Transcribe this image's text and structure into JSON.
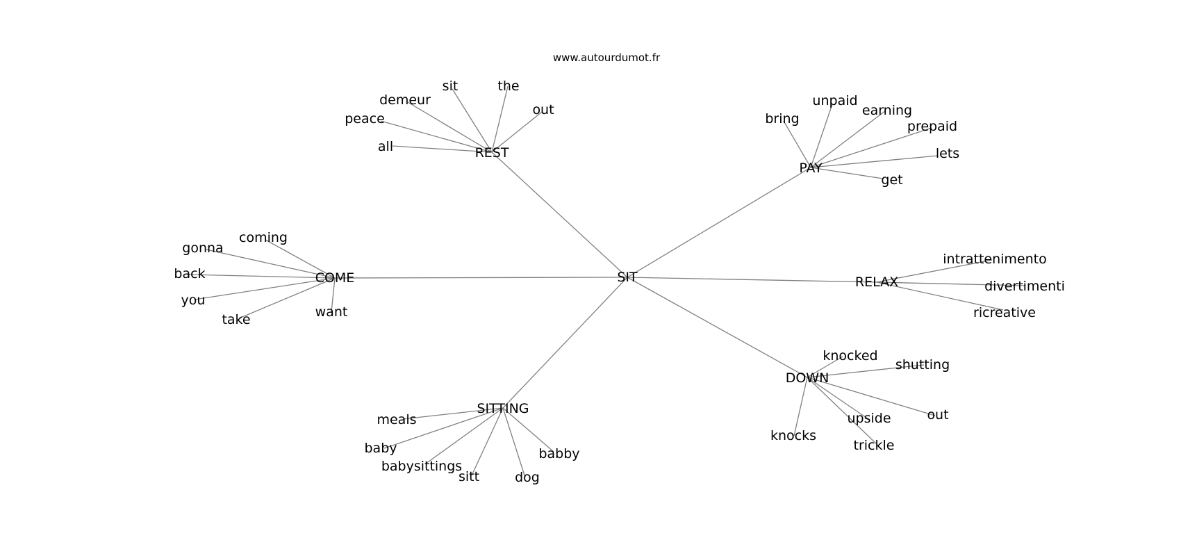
{
  "source": "www.autourdumot.fr",
  "colors": {
    "edge": "#808080",
    "text": "#000000",
    "background": "#ffffff"
  },
  "graph": {
    "center": "SIT",
    "nodes": [
      "SIT",
      "REST",
      "PAY",
      "COME",
      "RELAX",
      "SITTING",
      "DOWN",
      "all",
      "peace",
      "demeur",
      "sit",
      "the",
      "out",
      "bring",
      "unpaid",
      "earning",
      "prepaid",
      "lets",
      "get",
      "coming",
      "gonna",
      "back",
      "you",
      "take",
      "want",
      "intrattenimento",
      "divertimenti",
      "ricreative",
      "meals",
      "baby",
      "babysittings",
      "sitt",
      "dog",
      "babby",
      "knocked",
      "shutting",
      "out",
      "upside",
      "trickle",
      "knocks"
    ],
    "edges": [
      [
        0,
        1
      ],
      [
        0,
        2
      ],
      [
        0,
        3
      ],
      [
        0,
        4
      ],
      [
        0,
        5
      ],
      [
        0,
        6
      ],
      [
        1,
        7
      ],
      [
        1,
        8
      ],
      [
        1,
        9
      ],
      [
        1,
        10
      ],
      [
        1,
        11
      ],
      [
        1,
        12
      ],
      [
        2,
        13
      ],
      [
        2,
        14
      ],
      [
        2,
        15
      ],
      [
        2,
        16
      ],
      [
        2,
        17
      ],
      [
        2,
        18
      ],
      [
        3,
        19
      ],
      [
        3,
        20
      ],
      [
        3,
        21
      ],
      [
        3,
        22
      ],
      [
        3,
        23
      ],
      [
        3,
        24
      ],
      [
        4,
        25
      ],
      [
        4,
        26
      ],
      [
        4,
        27
      ],
      [
        5,
        28
      ],
      [
        5,
        29
      ],
      [
        5,
        30
      ],
      [
        5,
        31
      ],
      [
        5,
        32
      ],
      [
        5,
        33
      ],
      [
        6,
        34
      ],
      [
        6,
        35
      ],
      [
        6,
        36
      ],
      [
        6,
        37
      ],
      [
        6,
        38
      ],
      [
        6,
        39
      ]
    ]
  }
}
